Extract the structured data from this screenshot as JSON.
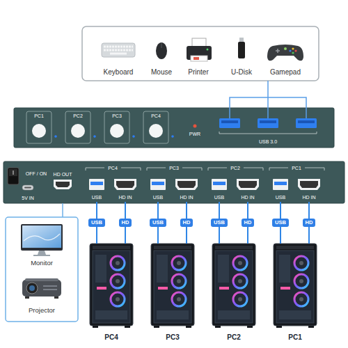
{
  "diagram": {
    "nodes": [
      {
        "text": [
          "Keyboard",
          "Mouse",
          "Printer",
          "U-Disk",
          "Gamepad"
        ]
      },
      {
        "text": [
          "PC1",
          "PC2",
          "PC3",
          "PC4",
          "PWR",
          "USB 3.0"
        ]
      },
      {
        "text": [
          "OFF / ON",
          "5V IN",
          "HD OUT"
        ]
      },
      {
        "text": [
          "PC4",
          "USB",
          "HD IN"
        ],
        "in": 2
      },
      {
        "text": [
          "PC3",
          "USB",
          "HD IN"
        ],
        "in": 2
      },
      {
        "text": [
          "PC2",
          "USB",
          "HD IN"
        ],
        "in": 2
      },
      {
        "text": [
          "PC1",
          "USB",
          "HD IN"
        ],
        "in": 2
      },
      {
        "text": [
          "Monitor",
          "Projector"
        ]
      },
      {
        "text": [
          "PC4"
        ]
      },
      {
        "text": [
          "PC3"
        ]
      },
      {
        "text": [
          "PC2"
        ]
      },
      {
        "text": [
          "PC1"
        ]
      }
    ],
    "edges": [
      {
        "from": 1,
        "to": 0,
        "arrow": "none"
      },
      {
        "from": 2,
        "to": 7,
        "arrow": "none"
      },
      {
        "from": 3,
        "to": 8,
        "label": "USB",
        "arrow": "none"
      },
      {
        "from": 3,
        "to": 8,
        "label": "HD",
        "arrow": "none"
      },
      {
        "from": 4,
        "to": 9,
        "label": "USB",
        "arrow": "none"
      },
      {
        "from": 4,
        "to": 9,
        "label": "HD",
        "arrow": "none"
      },
      {
        "from": 5,
        "to": 10,
        "label": "USB",
        "arrow": "none"
      },
      {
        "from": 5,
        "to": 10,
        "label": "HD",
        "arrow": "none"
      },
      {
        "from": 6,
        "to": 11,
        "label": "USB",
        "arrow": "none"
      },
      {
        "from": 6,
        "to": 11,
        "label": "HD",
        "arrow": "none"
      }
    ]
  }
}
